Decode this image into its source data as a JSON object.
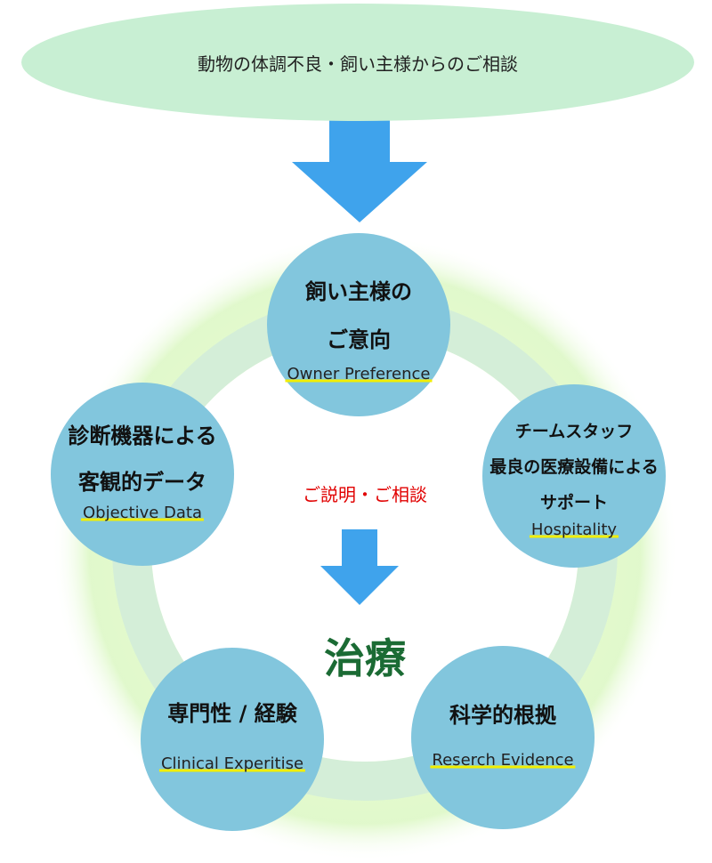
{
  "header": {
    "consultation": "動物の体調不良・飼い主様からのご相談"
  },
  "center": {
    "explanation": "ご説明・ご相談",
    "treatment": "治療"
  },
  "nodes": {
    "owner": {
      "line1": "飼い主様の",
      "line2": "ご意向",
      "en": "Owner Preference"
    },
    "objective": {
      "line1": "診断機器による",
      "line2": "客観的データ",
      "en": "Objective Data"
    },
    "hospitality": {
      "line1": "チームスタッフ",
      "line2": "最良の医療設備による",
      "line3": "サポート",
      "en": "Hospitality"
    },
    "clinical": {
      "line1": "専門性 / 経験",
      "en": "Clinical Experitise"
    },
    "research": {
      "line1": "科学的根拠",
      "en": "Reserch Evidence"
    }
  },
  "colors": {
    "node": "#82c6dd",
    "arrow": "#3fa3ec",
    "ring": "#d4eed8",
    "ellipse": "#c8efd3",
    "treatment": "#1b6b34",
    "explanation": "#e10000",
    "underline": "#f2ee00"
  },
  "icons": {
    "arrows": "down-arrow-icon"
  }
}
